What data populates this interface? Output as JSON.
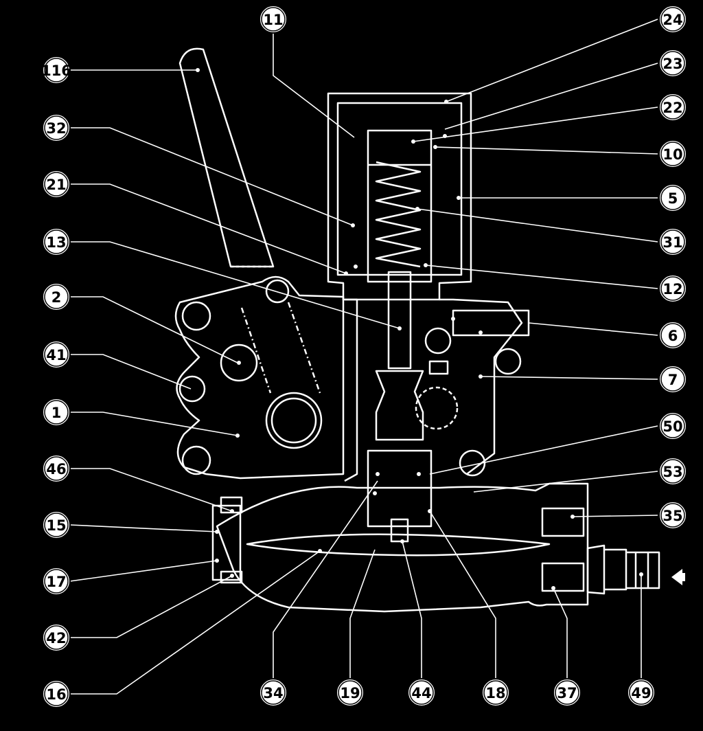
{
  "diagram": {
    "labels": {
      "left": [
        "116",
        "32",
        "21",
        "13",
        "2",
        "41",
        "1",
        "46",
        "15",
        "17",
        "42",
        "16"
      ],
      "top": [
        "11",
        "24"
      ],
      "right": [
        "23",
        "22",
        "10",
        "5",
        "31",
        "12",
        "6",
        "7",
        "50",
        "53",
        "35"
      ],
      "bottom": [
        "34",
        "19",
        "44",
        "18",
        "37",
        "49"
      ]
    },
    "flow_arrow": "arrow-left-icon"
  }
}
